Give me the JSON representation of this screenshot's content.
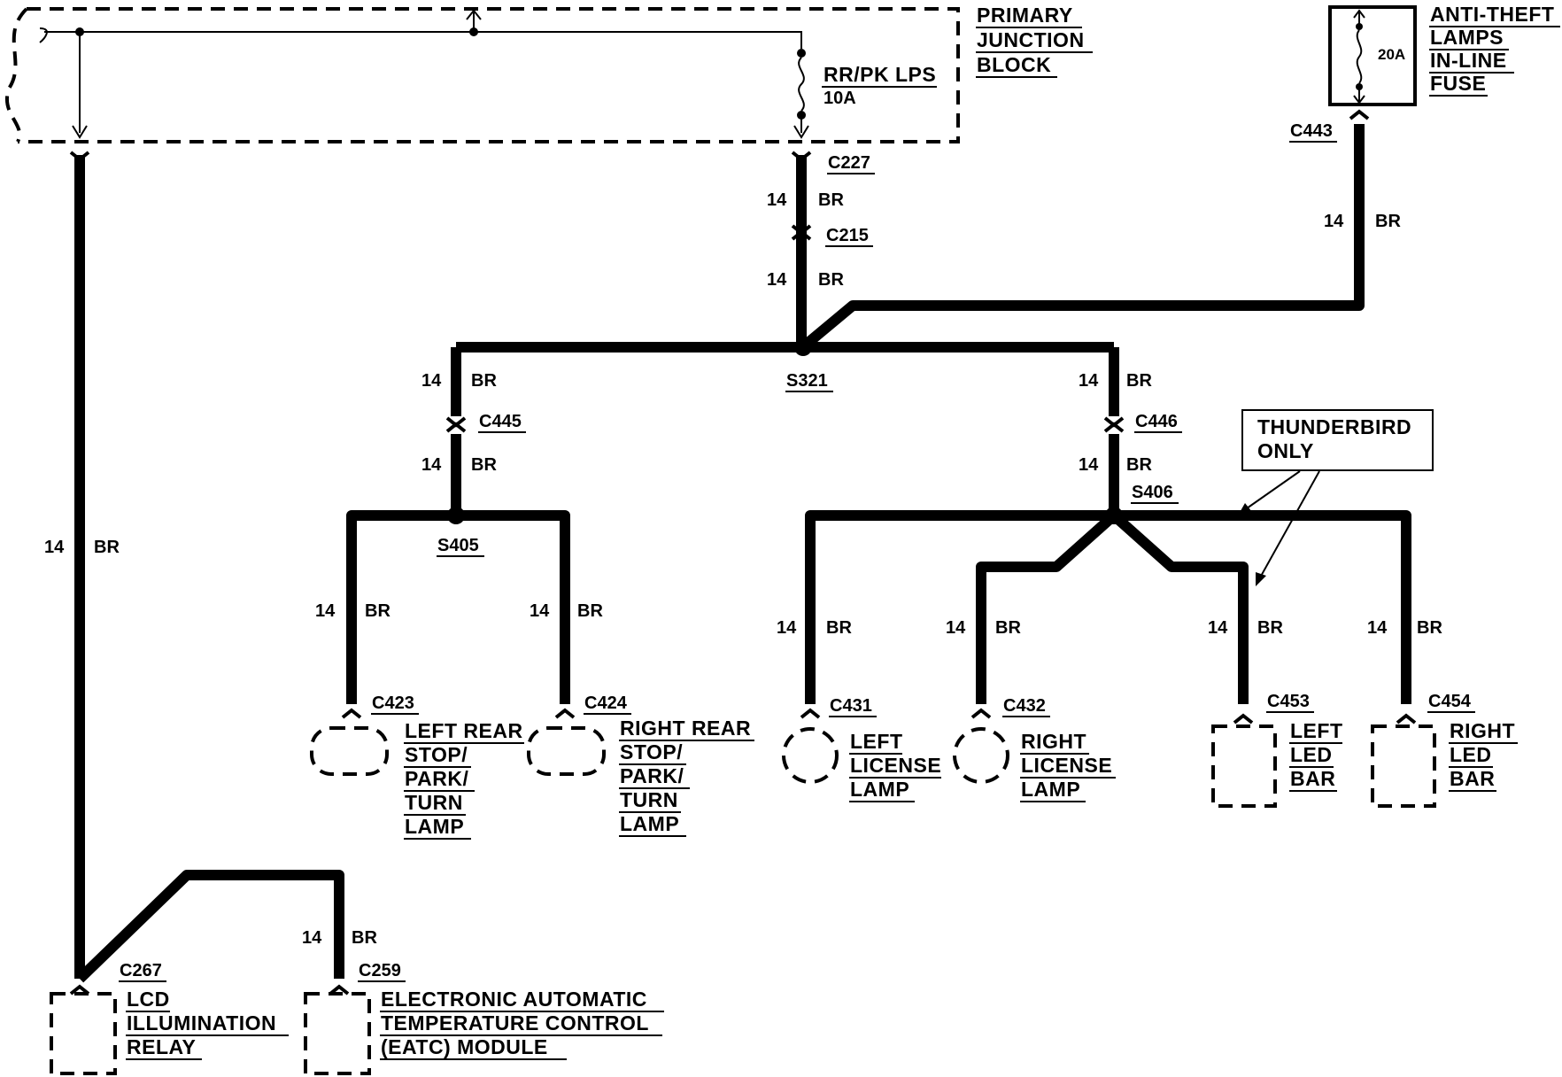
{
  "diagram": {
    "primary_junction_block": [
      "PRIMARY",
      "JUNCTION",
      "BLOCK"
    ],
    "fuse_label": "RR/PK LPS",
    "fuse_rating": "10A",
    "anti_theft_fuse": [
      "ANTI-THEFT",
      "LAMPS",
      "IN-LINE",
      "FUSE"
    ],
    "anti_theft_rating": "20A",
    "connectors": {
      "c227": "C227",
      "c215": "C215",
      "c443": "C443",
      "c445": "C445",
      "c446": "C446",
      "c423": "C423",
      "c424": "C424",
      "c431": "C431",
      "c432": "C432",
      "c453": "C453",
      "c454": "C454",
      "c267": "C267",
      "c259": "C259"
    },
    "splices": {
      "s321": "S321",
      "s405": "S405",
      "s406": "S406"
    },
    "wire": {
      "gauge": "14",
      "color": "BR"
    },
    "note": [
      "THUNDERBIRD",
      "ONLY"
    ],
    "components": {
      "left_rear": [
        "LEFT REAR",
        "STOP/",
        "PARK/",
        "TURN",
        "LAMP"
      ],
      "right_rear": [
        "RIGHT REAR",
        "STOP/",
        "PARK/",
        "TURN",
        "LAMP"
      ],
      "left_license": [
        "LEFT",
        "LICENSE",
        "LAMP"
      ],
      "right_license": [
        "RIGHT",
        "LICENSE",
        "LAMP"
      ],
      "left_led": [
        "LEFT",
        "LED",
        "BAR"
      ],
      "right_led": [
        "RIGHT",
        "LED",
        "BAR"
      ],
      "lcd_relay": [
        "LCD",
        "ILLUMINATION",
        "RELAY"
      ],
      "eatc": [
        "ELECTRONIC AUTOMATIC",
        "TEMPERATURE CONTROL",
        "(EATC) MODULE"
      ]
    }
  }
}
